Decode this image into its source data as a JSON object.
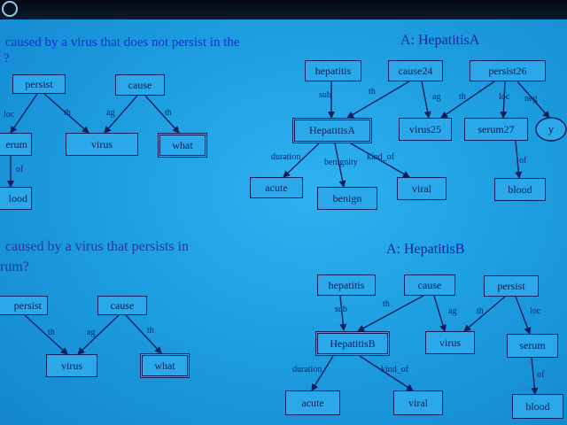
{
  "questions": {
    "q1_line1": "caused by a virus that does not persist in the",
    "q1_line2": "?",
    "q2_line1": "caused by a virus that persists in",
    "q2_line2": "rum?"
  },
  "answers": {
    "a1": "A:  HepatitisA",
    "a2": "A:  HepatitisB"
  },
  "graph1": {
    "persist": "persist",
    "cause": "cause",
    "serum": "erum",
    "virus": "virus",
    "what": "what",
    "blood": "lood",
    "edge_loc": "loc",
    "edge_th1": "th",
    "edge_ag": "ag",
    "edge_th2": "th",
    "edge_of": "of"
  },
  "graph2": {
    "persist": "persist",
    "cause": "cause",
    "virus": "virus",
    "what": "what",
    "edge_th1": "th",
    "edge_ag": "ag",
    "edge_th2": "th"
  },
  "graph3": {
    "hepatitis": "hepatitis",
    "cause24": "cause24",
    "persist26": "persist26",
    "hepatitisA": "HepatitisA",
    "virus25": "virus25",
    "serum27": "serum27",
    "y": "y",
    "acute": "acute",
    "benign": "benign",
    "viral": "viral",
    "blood": "blood",
    "edge_sub": "sub",
    "edge_th1": "th",
    "edge_ag": "ag",
    "edge_th2": "th",
    "edge_loc": "loc",
    "edge_neg": "neg",
    "edge_of": "of",
    "edge_duration": "duration",
    "edge_benignity": "benignity",
    "edge_kind_of": "kind_of"
  },
  "graph4": {
    "hepatitis": "hepatitis",
    "cause": "cause",
    "persist": "persist",
    "hepatitisB": "HepatitisB",
    "virus": "virus",
    "serum": "serum",
    "acute": "acute",
    "viral": "viral",
    "blood": "blood",
    "edge_sub": "sub",
    "edge_th1": "th",
    "edge_ag": "ag",
    "edge_th2": "th",
    "edge_loc": "loc",
    "edge_of": "of",
    "edge_duration": "duration",
    "edge_kind_of": "kind_of"
  },
  "colors": {
    "background": "#1f9ee0",
    "node_border": "#0b1e5c",
    "question_text": "#1c2bd8"
  }
}
